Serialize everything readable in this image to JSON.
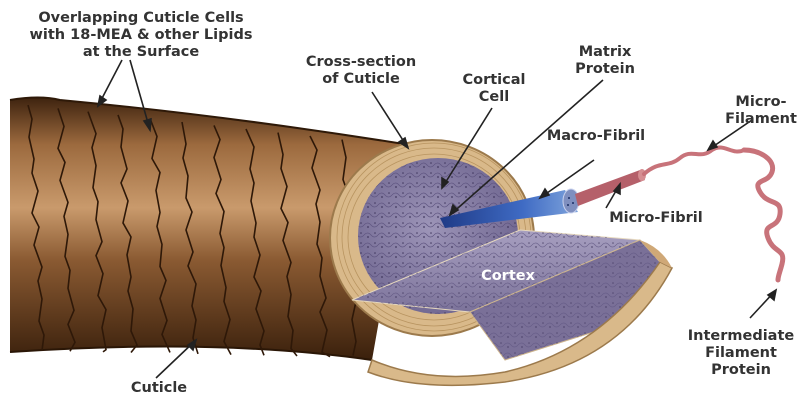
{
  "colors": {
    "hair_dark": "#4a2a12",
    "hair_mid": "#8a5a32",
    "hair_light": "#c8956a",
    "cuticle_ring": "#d9b98a",
    "cortex_fill": "#8f86ad",
    "fiber_blue": "#2c4f9e",
    "microfibril": "#b5606a",
    "filament": "#c8737a",
    "label_text": "#333333",
    "background": "#ffffff"
  },
  "labels": {
    "overlapping_cuticle": [
      "Overlapping Cuticle Cells",
      "with 18-MEA & other Lipids",
      "at the Surface"
    ],
    "cross_section": [
      "Cross-section",
      "of Cuticle"
    ],
    "cortical_cell": [
      "Cortical",
      "Cell"
    ],
    "matrix_protein": [
      "Matrix",
      "Protein"
    ],
    "macro_fibril": "Macro-Fibril",
    "micro_filament": [
      "Micro-",
      "Filament"
    ],
    "micro_fibril": "Micro-Fibril",
    "cortex": "Cortex",
    "intermediate_filament": [
      "Intermediate",
      "Filament",
      "Protein"
    ],
    "cuticle": "Cuticle"
  }
}
